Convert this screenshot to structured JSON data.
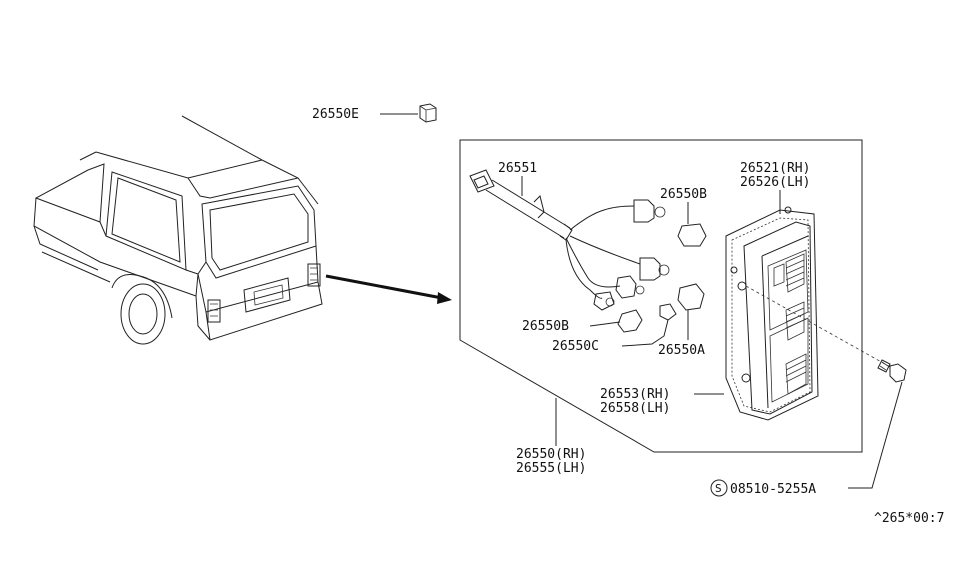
{
  "callouts": {
    "part_26550E": "26550E",
    "part_26551": "26551",
    "part_26550B_top": "26550B",
    "part_26550B_bottom": "26550B",
    "part_26550C": "26550C",
    "part_26550A": "26550A",
    "part_26521_rh": "26521(RH)",
    "part_26526_lh": "26526(LH)",
    "part_26553_rh": "26553(RH)",
    "part_26558_lh": "26558(LH)",
    "part_26550_rh": "26550(RH)",
    "part_26555_lh": "26555(LH)",
    "screw_symbol": "S",
    "screw_part": "08510-5255A",
    "figure_code": "^265*00:7"
  }
}
